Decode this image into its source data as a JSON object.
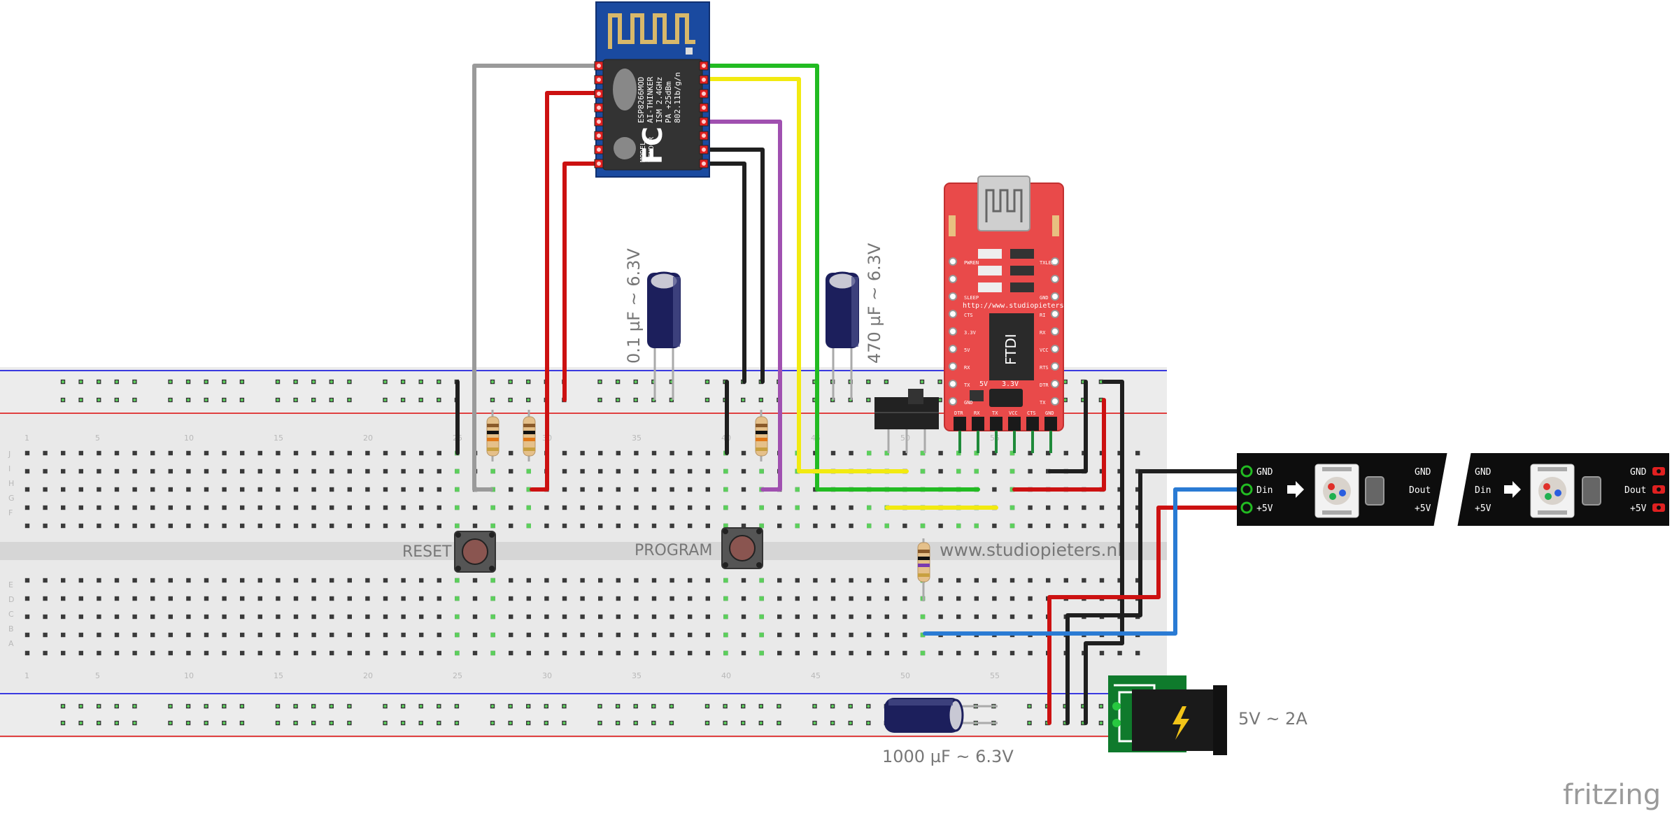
{
  "labels": {
    "cap_small": "0.1 µF ~ 6.3V",
    "cap_medium": "470 µF ~ 6.3V",
    "cap_large": "1000 µF ~ 6.3V",
    "reset": "RESET",
    "program": "PROGRAM",
    "website": "www.studiopieters.nl",
    "power": "5V ~ 2A",
    "brand": "fritzing"
  },
  "esp": {
    "line1": "ESP8266MOD",
    "line2": "AI-THINKER",
    "line3": "ISM 2.4GHz",
    "line4": "PA +25dBm",
    "line5": "802.11b/g/n",
    "model": "MODEL",
    "vendor": "VENDOR"
  },
  "ftdi": {
    "url": "http://www.studiopieters.nl",
    "chip": "FTDI",
    "v5": "5V",
    "v33": "3.3V",
    "left_pins": [
      "PWREN",
      "SLEEP",
      "CTS",
      "3.3V",
      "5V",
      "RX",
      "TX",
      "GND"
    ],
    "right_pins": [
      "TXLED",
      "GND",
      "RI",
      "RX",
      "VCC",
      "RTS",
      "DTR",
      "TX"
    ],
    "bottom_pins": [
      "DTR",
      "RX",
      "TX",
      "VCC",
      "CTS",
      "GND"
    ]
  },
  "led_strip": {
    "left_in": [
      "GND",
      "Din",
      "+5V"
    ],
    "mid_out": [
      "GND",
      "Dout",
      "+5V"
    ],
    "mid_in": [
      "GND",
      "Din",
      "+5V"
    ],
    "right_out": [
      "GND",
      "Dout",
      "+5V"
    ]
  },
  "breadboard": {
    "col_numbers": [
      "1",
      "5",
      "10",
      "15",
      "20",
      "25",
      "30",
      "35",
      "40",
      "45",
      "50",
      "55"
    ],
    "rows_top": [
      "J",
      "I",
      "H",
      "G",
      "F"
    ],
    "rows_bottom": [
      "E",
      "D",
      "C",
      "B",
      "A"
    ]
  },
  "colors": {
    "wire_red": "#cc1111",
    "wire_black": "#1f1f1f",
    "wire_gray": "#9a9a9a",
    "wire_green": "#22bb22",
    "wire_yellow": "#f2ea10",
    "wire_blue": "#2a7bd4",
    "wire_purple": "#a050b0",
    "esp_board": "#1a4aa0",
    "ftdi_board": "#e94a4a",
    "cap_body": "#1c1f5c"
  }
}
